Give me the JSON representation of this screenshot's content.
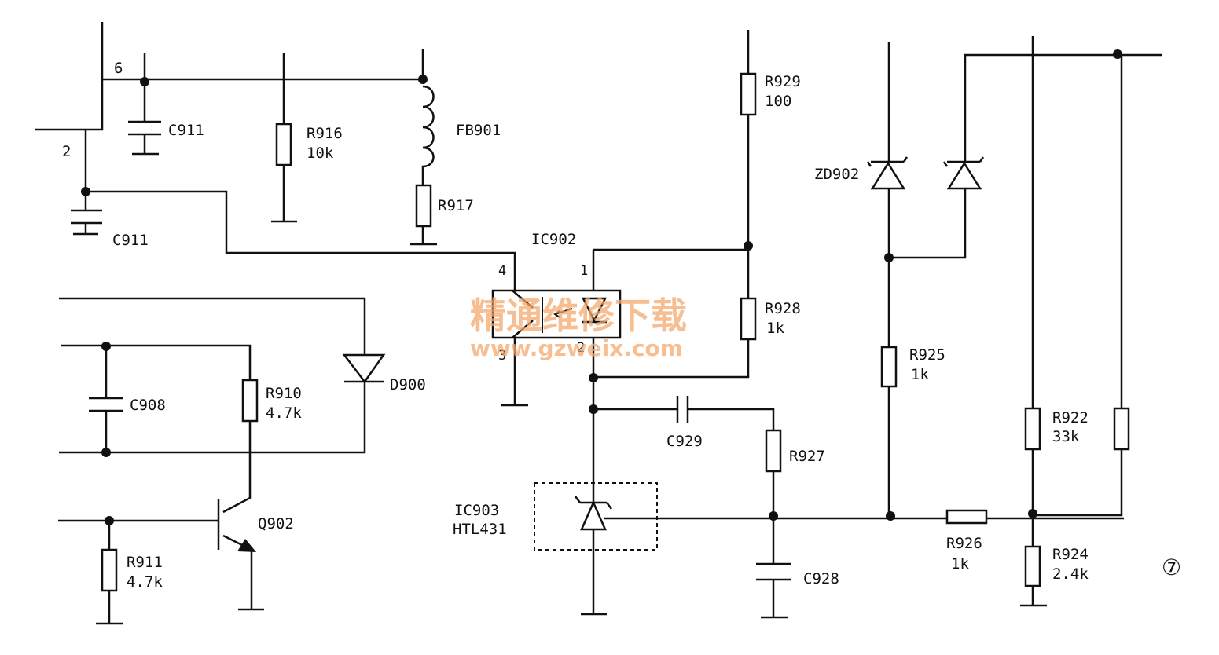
{
  "labels": {
    "pin6": "6",
    "pin2": "2",
    "c911_top": "C911",
    "c911_bottom": "C911",
    "r916": "R916",
    "r916_val": "10k",
    "fb901": "FB901",
    "r917": "R917",
    "ic902": "IC902",
    "ic902_pin4": "4",
    "ic902_pin1": "1",
    "ic902_pin3": "3",
    "ic902_pin2": "2",
    "r929": "R929",
    "r929_val": "100",
    "r928": "R928",
    "r928_val": "1k",
    "zd902": "ZD902",
    "r925": "R925",
    "r925_val": "1k",
    "r922": "R922",
    "r922_val": "33k",
    "r926": "R926",
    "r926_val": "1k",
    "r924": "R924",
    "r924_val": "2.4k",
    "c929": "C929",
    "r927": "R927",
    "c928": "C928",
    "ic903": "IC903",
    "ic903_type": "HTL431",
    "c908": "C908",
    "r910": "R910",
    "r910_val": "4.7k",
    "d900": "D900",
    "q902": "Q902",
    "r911": "R911",
    "r911_val": "4.7k",
    "figure_number": "⑦"
  },
  "watermark": {
    "title": "精通维修下载",
    "url": "www.gzweix.com",
    "color": "#f5a96e"
  }
}
